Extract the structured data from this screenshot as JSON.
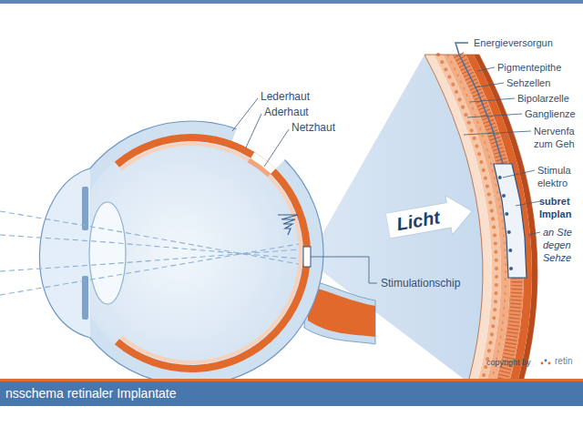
{
  "diagram": {
    "title": "nsschema retinaler Implantate",
    "nodes": [
      {
        "text": [
          "Licht"
        ]
      }
    ],
    "labels": [
      "Lederhaut",
      "Aderhaut",
      "Netzhaut",
      "Stimulationschip",
      "Energieversorgun",
      "Pigmentepithe",
      "Sehzellen",
      "Bipolarzelle",
      "Ganglienze",
      "Nervenfa zum Geh",
      "Stimula elektro",
      "subret Implan",
      "an Ste degen Sehze",
      "copyright by",
      "retin"
    ]
  }
}
